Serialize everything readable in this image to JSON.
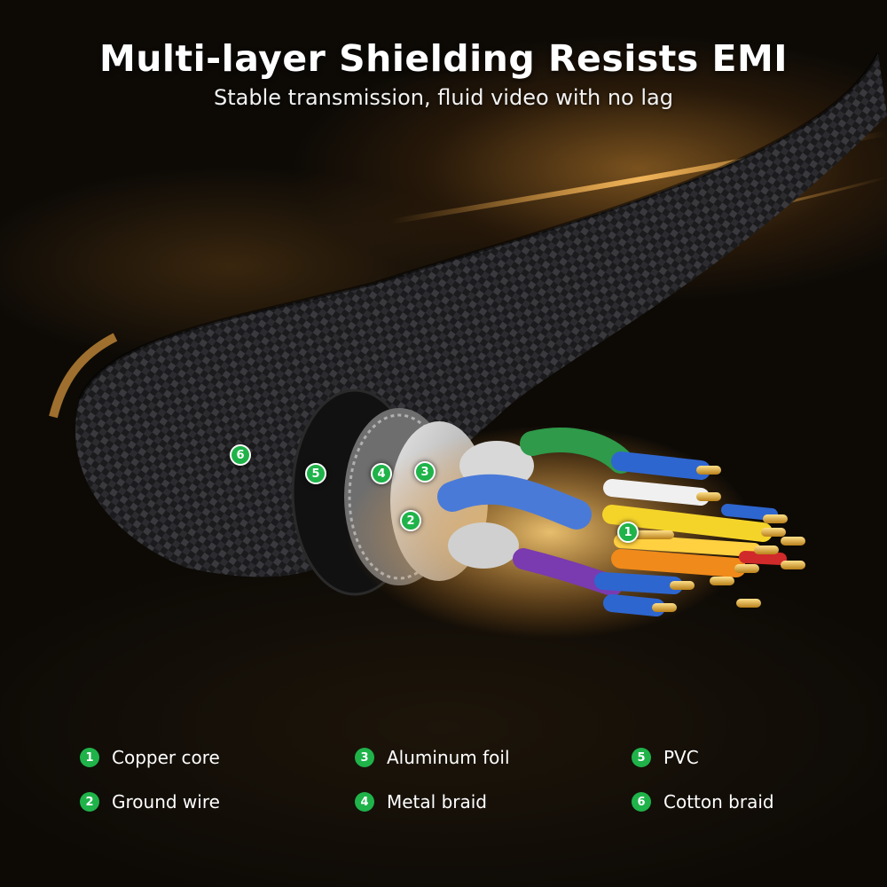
{
  "header": {
    "title": "Multi-layer Shielding Resists EMI",
    "subtitle": "Stable transmission, fluid video with no lag"
  },
  "colors": {
    "accent": "#1fb34a",
    "background": "#0d0a06",
    "glow": "#d28c32"
  },
  "callouts": [
    {
      "number": "1"
    },
    {
      "number": "2"
    },
    {
      "number": "3"
    },
    {
      "number": "4"
    },
    {
      "number": "5"
    },
    {
      "number": "6"
    }
  ],
  "legend": [
    {
      "number": "1",
      "label": "Copper core"
    },
    {
      "number": "2",
      "label": "Ground wire"
    },
    {
      "number": "3",
      "label": "Aluminum foil"
    },
    {
      "number": "4",
      "label": "Metal braid"
    },
    {
      "number": "5",
      "label": "PVC"
    },
    {
      "number": "6",
      "label": "Cotton braid"
    }
  ]
}
